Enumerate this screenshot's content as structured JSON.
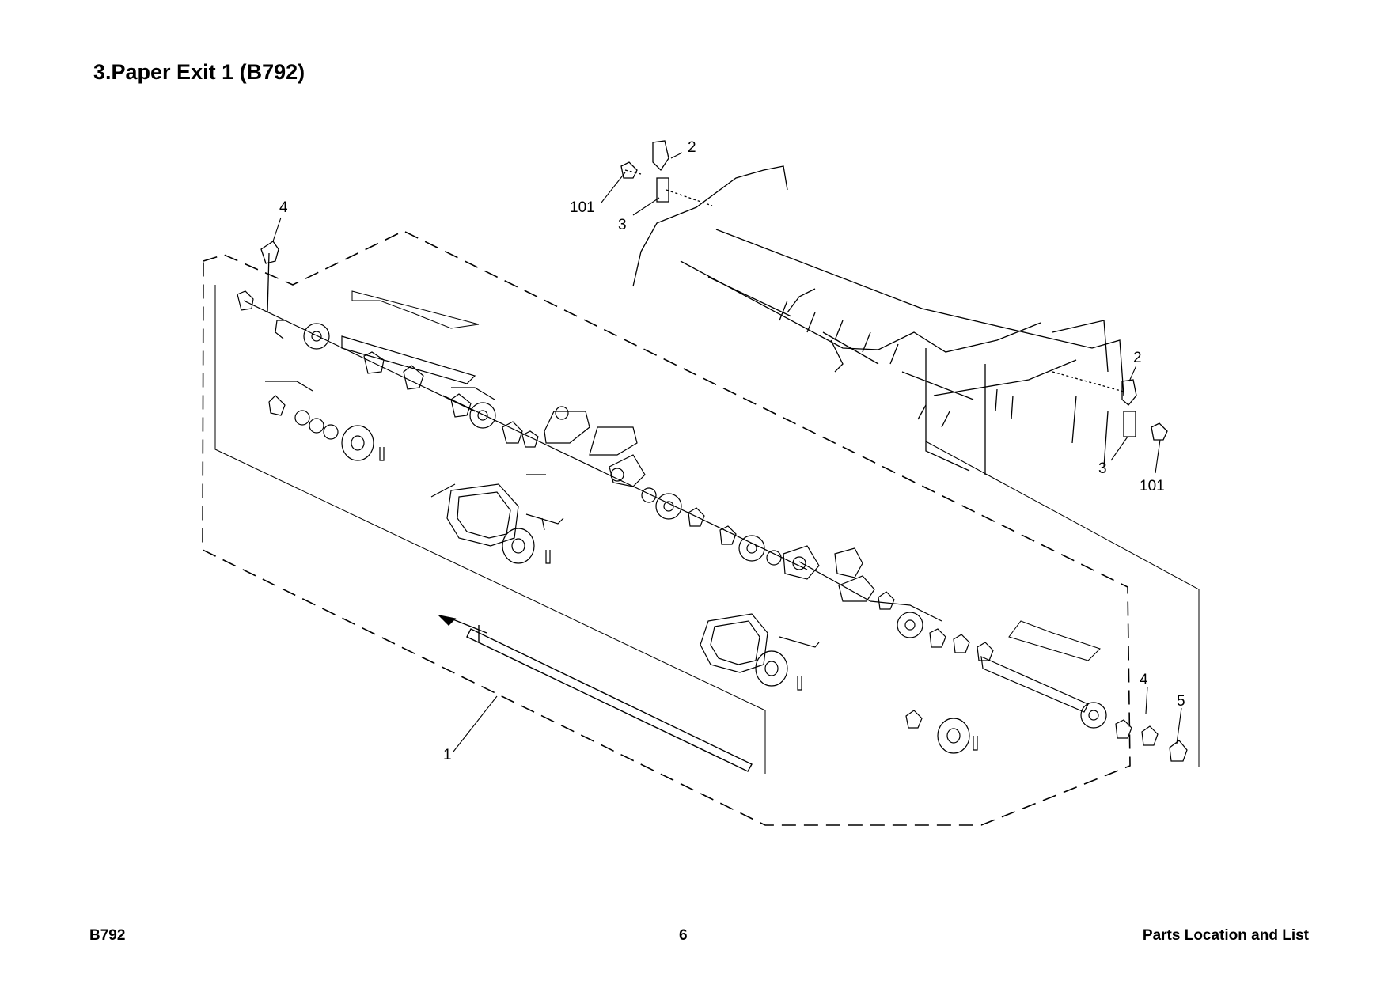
{
  "header": {
    "title": "3.Paper Exit 1 (B792)"
  },
  "diagram": {
    "callouts": [
      {
        "id": "c2-top",
        "label": "2"
      },
      {
        "id": "c101-top",
        "label": "101"
      },
      {
        "id": "c3-top",
        "label": "3"
      },
      {
        "id": "c4-left",
        "label": "4"
      },
      {
        "id": "c2-right",
        "label": "2"
      },
      {
        "id": "c3-right",
        "label": "3"
      },
      {
        "id": "c101-right",
        "label": "101"
      },
      {
        "id": "c4-right",
        "label": "4"
      },
      {
        "id": "c5",
        "label": "5"
      },
      {
        "id": "c1",
        "label": "1"
      }
    ]
  },
  "footer": {
    "model": "B792",
    "page_number": "6",
    "section": "Parts Location and List"
  }
}
